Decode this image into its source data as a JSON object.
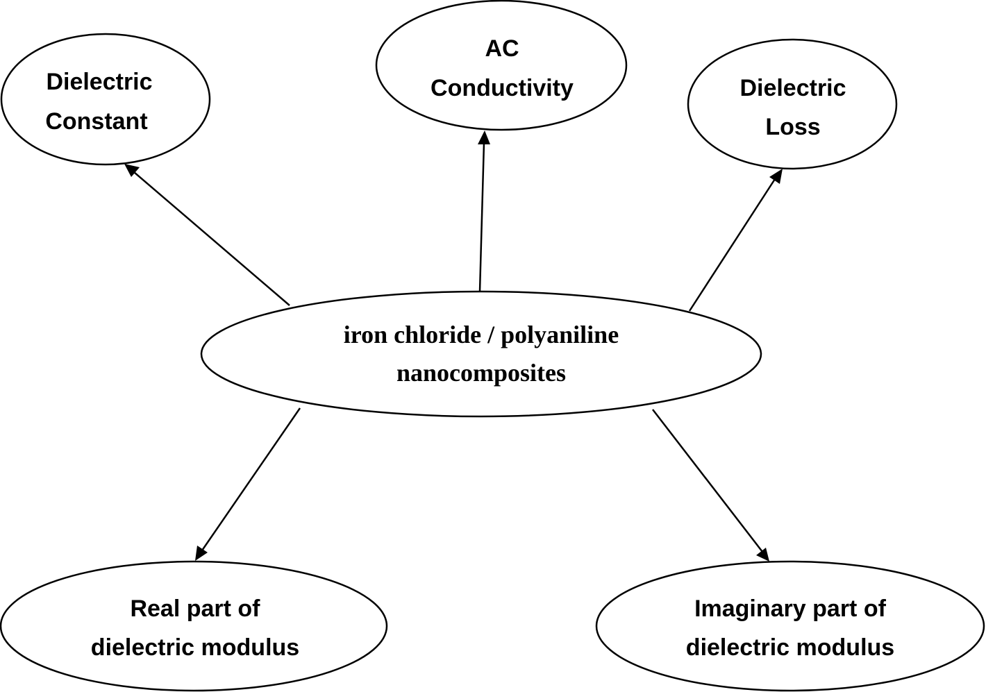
{
  "diagram": {
    "center": {
      "line1": "iron chloride / polyaniline",
      "line2": "nanocomposites"
    },
    "nodes": {
      "dielectric_constant": {
        "line1": "Dielectric",
        "line2": "Constant"
      },
      "ac_conductivity": {
        "line1": "AC",
        "line2": "Conductivity"
      },
      "dielectric_loss": {
        "line1": "Dielectric",
        "line2": "Loss"
      },
      "real_modulus": {
        "line1": "Real part of",
        "line2": "dielectric modulus"
      },
      "imaginary_modulus": {
        "line1": "Imaginary part of",
        "line2": "dielectric modulus"
      }
    },
    "edges": [
      {
        "from": "center",
        "to": "dielectric_constant"
      },
      {
        "from": "center",
        "to": "ac_conductivity"
      },
      {
        "from": "center",
        "to": "dielectric_loss"
      },
      {
        "from": "center",
        "to": "real_modulus"
      },
      {
        "from": "center",
        "to": "imaginary_modulus"
      }
    ],
    "colors": {
      "stroke": "#000000",
      "fill": "#ffffff"
    }
  }
}
